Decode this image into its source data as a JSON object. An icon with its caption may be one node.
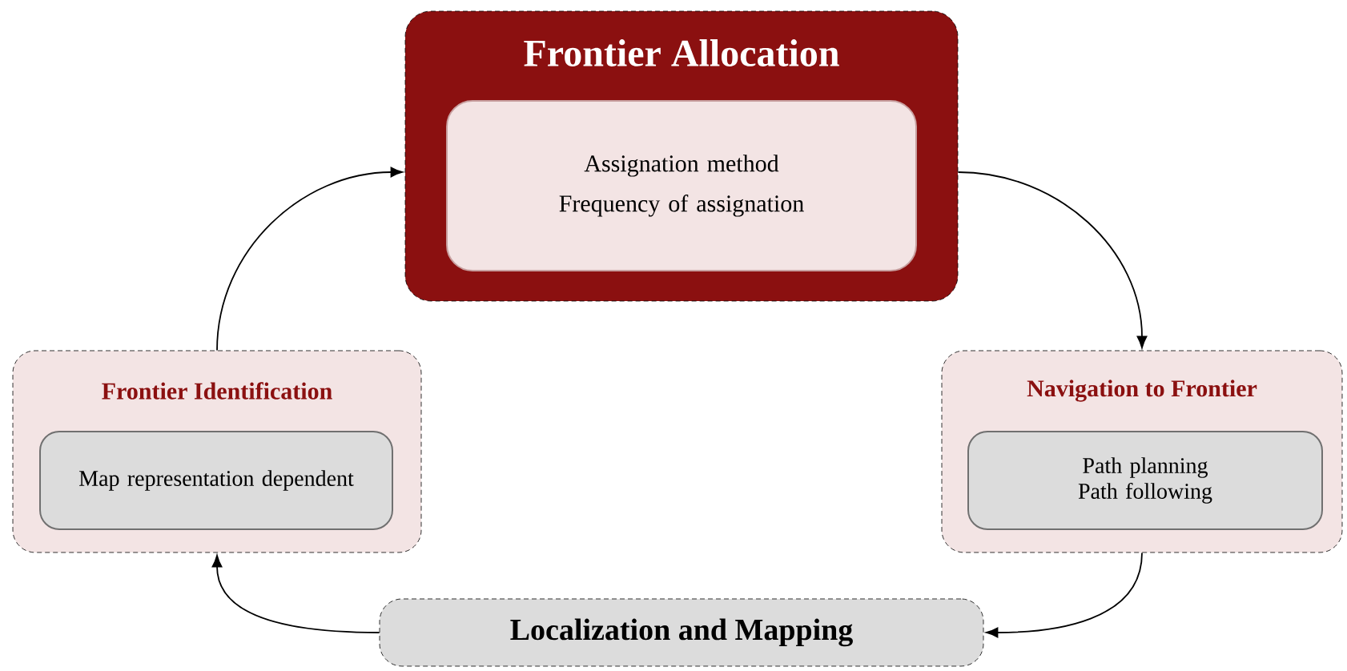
{
  "diagram": {
    "nodes": [
      {
        "text": [
          "Frontier Allocation"
        ]
      },
      {
        "text": [
          "Assignation method",
          "Frequency of assignation"
        ],
        "in": 0
      },
      {
        "text": [
          "Frontier Identification"
        ]
      },
      {
        "text": [
          "Map representation dependent"
        ],
        "in": 2
      },
      {
        "text": [
          "Navigation to Frontier"
        ]
      },
      {
        "text": [
          "Path planning",
          "Path following"
        ],
        "in": 4
      },
      {
        "text": [
          "Localization and Mapping"
        ]
      }
    ],
    "edges": [
      {
        "from": 2,
        "to": 0,
        "arrow": "to"
      },
      {
        "from": 0,
        "to": 4,
        "arrow": "to"
      },
      {
        "from": 4,
        "to": 6,
        "arrow": "to"
      },
      {
        "from": 6,
        "to": 2,
        "arrow": "to"
      }
    ]
  }
}
